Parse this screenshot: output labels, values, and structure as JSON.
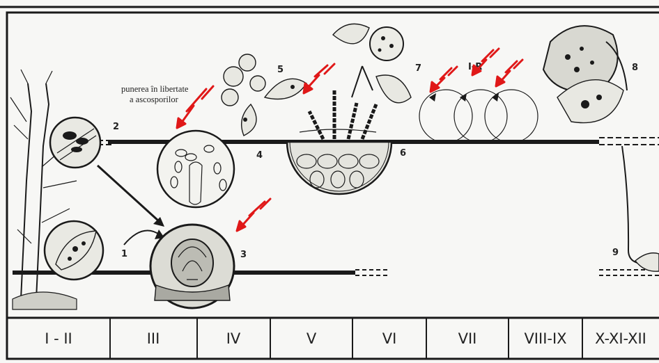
{
  "annotation": {
    "line1": "punerea în libertate",
    "line2": "a ascosporilor"
  },
  "stage_labels": [
    "1",
    "2",
    "3",
    "4",
    "5",
    "6",
    "7",
    "8",
    "9"
  ],
  "infection_label": "I-R",
  "months": [
    "I - II",
    "III",
    "IV",
    "V",
    "VI",
    "VII",
    "VIII-IX",
    "X-XI-XII"
  ],
  "colors": {
    "arrow_red": "#e01818",
    "ink": "#1a1a1a",
    "paper": "#f7f7f5"
  }
}
